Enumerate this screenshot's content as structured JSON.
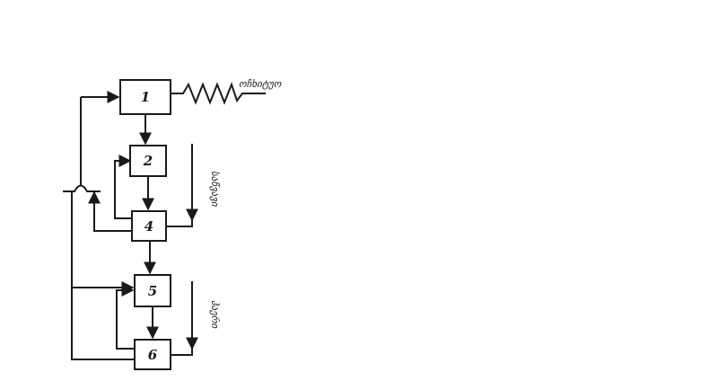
{
  "diagram": {
    "blocks": [
      {
        "id": "1",
        "label": "1"
      },
      {
        "id": "2",
        "label": "2"
      },
      {
        "id": "4",
        "label": "4"
      },
      {
        "id": "5",
        "label": "5"
      },
      {
        "id": "6",
        "label": "6"
      }
    ],
    "labels": {
      "top_right": "ოჩხიტუო",
      "middle_right": "საწვავი",
      "bottom_right": "ჰაერი"
    },
    "colors": {
      "ink": "#1a1a1a",
      "background": "#ffffff"
    }
  }
}
